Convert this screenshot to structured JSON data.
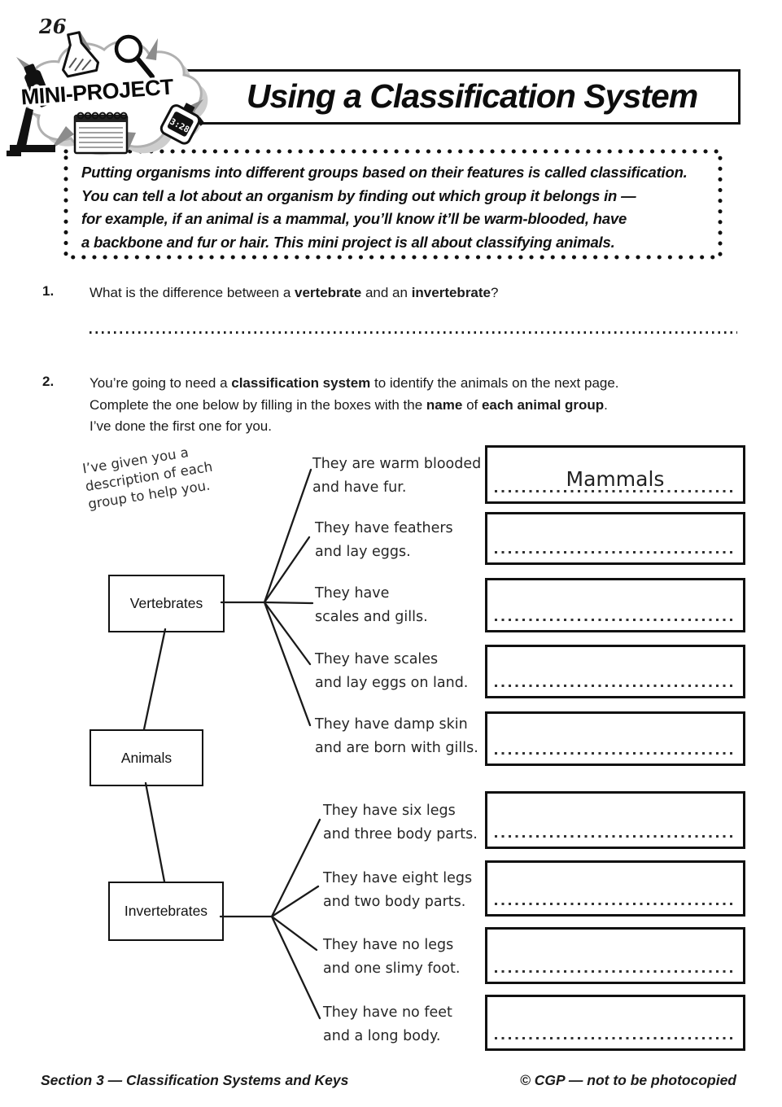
{
  "page": {
    "number": "26"
  },
  "header": {
    "badge": "MINI-PROJECT",
    "stopwatch_time": "3:28",
    "title": "Using a Classification System"
  },
  "intro": {
    "lines": [
      "Putting organisms into different groups based on their features is called classification.",
      "You can tell a lot about an organism by finding out which group it belongs in —",
      "for example, if an animal is a mammal, you’ll know it’ll be warm-blooded, have",
      "a backbone and fur or hair.  This mini project is all about classifying animals."
    ]
  },
  "questions": {
    "q1": {
      "number": "1.",
      "pre": "What is the difference between a ",
      "bold1": "vertebrate",
      "mid": " and an ",
      "bold2": "invertebrate",
      "post": "?"
    },
    "q2": {
      "number": "2.",
      "l1_pre": "You’re going to need a ",
      "l1_bold": "classification system",
      "l1_post": " to identify the animals on the next page.",
      "l2_pre": "Complete the one below by filling in the boxes with the ",
      "l2_bold1": "name",
      "l2_mid": " of ",
      "l2_bold2": "each animal group",
      "l2_post": ".",
      "l3": "I’ve done the first one for you."
    }
  },
  "diagram": {
    "note_lines": [
      "I’ve given you a",
      "description of each",
      "group to help you."
    ],
    "root_label": "Animals",
    "branch1_label": "Vertebrates",
    "branch2_label": "Invertebrates",
    "items": [
      {
        "line1": "They are warm blooded",
        "line2": "and have fur.",
        "answer": "Mammals"
      },
      {
        "line1": "They have feathers",
        "line2": "and lay eggs.",
        "answer": ""
      },
      {
        "line1": "They have",
        "line2": "scales and gills.",
        "answer": ""
      },
      {
        "line1": "They have scales",
        "line2": "and lay eggs on land.",
        "answer": ""
      },
      {
        "line1": "They have damp skin",
        "line2": "and are born with gills.",
        "answer": ""
      },
      {
        "line1": "They have six legs",
        "line2": "and three body parts.",
        "answer": ""
      },
      {
        "line1": "They have eight legs",
        "line2": "and two body parts.",
        "answer": ""
      },
      {
        "line1": "They have no legs",
        "line2": "and one slimy foot.",
        "answer": ""
      },
      {
        "line1": "They have no feet",
        "line2": "and a long body.",
        "answer": ""
      }
    ]
  },
  "footer": {
    "left": "Section 3 — Classification Systems and Keys",
    "right": "© CGP — not to be photocopied"
  },
  "colors": {
    "ink": "#111111",
    "cloud_gray": "#b0b0b0",
    "spike_gray": "#8c8c8c"
  }
}
